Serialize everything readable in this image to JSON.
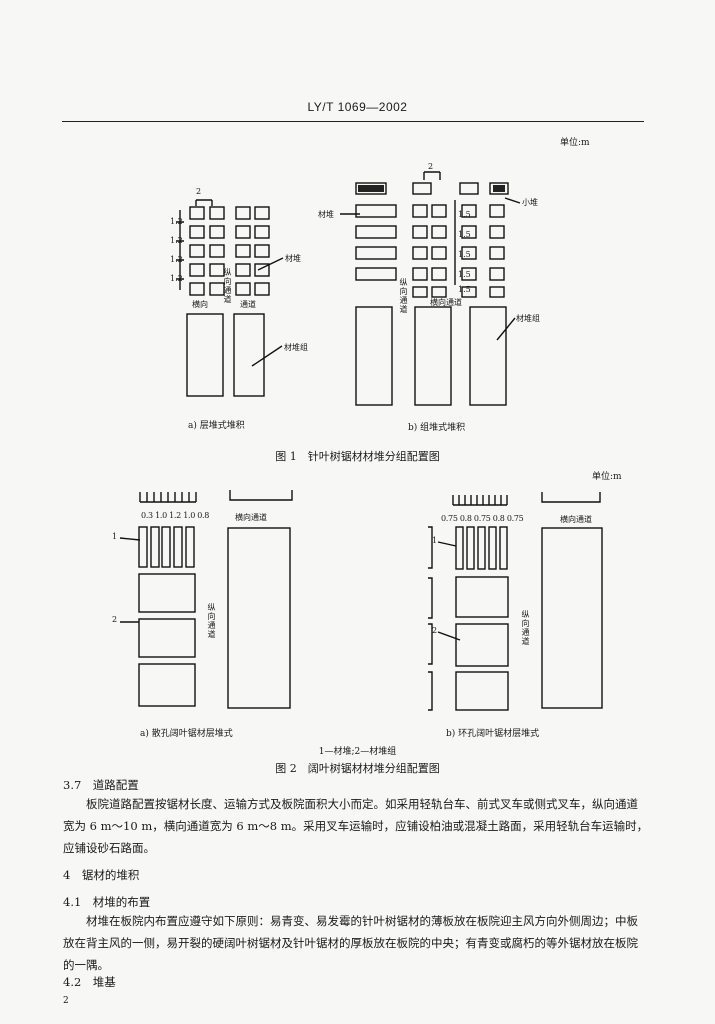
{
  "header": {
    "title": "LY/T 1069—2002"
  },
  "figure1": {
    "unit": "单位:m",
    "caption": "图 1　针叶树锯材材堆分组配置图",
    "a": {
      "caption": "a) 层堆式堆积",
      "lbl_top": "2",
      "lbl_side": [
        "1.2",
        "1.2",
        "1.2",
        "1.2"
      ],
      "lbl_stack": "材堆",
      "lbl_aisle_h": "横向",
      "lbl_aisle_h2": "通道",
      "lbl_aisle_v": "纵向通道",
      "lbl_group": "材堆组"
    },
    "b": {
      "caption": "b) 组堆式堆积",
      "lbl_top": "2",
      "lbl_left": "材堆",
      "lbl_right": "小堆",
      "lbl_aisle_v": "纵向通道",
      "lbl_aisle_h": "横向通道",
      "lbl_group": "材堆组",
      "lbl_side": [
        "1.5",
        "1.5",
        "1.5",
        "1.5",
        "1.5"
      ]
    }
  },
  "figure2": {
    "unit": "单位:m",
    "caption": "图 2　阔叶树锯材材堆分组配置图",
    "legend": "1—材堆;2—材堆组",
    "a": {
      "caption": "a) 散孔阔叶锯材层堆式",
      "spacing": "0.3 1.0 1.2 1.0 0.8",
      "aisle_h": "横向通道",
      "aisle_v": "纵向通道",
      "n1": "1",
      "n2": "2"
    },
    "b": {
      "caption": "b) 环孔阔叶锯材层堆式",
      "spacing": "0.75 0.8 0.75 0.8 0.75",
      "aisle_h": "横向通道",
      "aisle_v": "纵向通道",
      "n1": "1",
      "n2": "2"
    }
  },
  "sec37": {
    "heading": "3.7　道路配置",
    "para": "板院道路配置按锯材长度、运输方式及板院面积大小而定。如采用轻轨台车、前式叉车或侧式叉车，纵向通道宽为 6 m～10 m，横向通道宽为 6 m～8 m。采用叉车运输时，应铺设柏油或混凝土路面，采用轻轨台车运输时，应铺设砂石路面。"
  },
  "sec4": {
    "heading": "4　锯材的堆积"
  },
  "sec41": {
    "heading": "4.1　材堆的布置",
    "para": "材堆在板院内布置应遵守如下原则：易青变、易发霉的针叶树锯材的薄板放在板院迎主风方向外侧周边；中板放在背主风的一侧，易开裂的硬阔叶树锯材及针叶锯材的厚板放在板院的中央；有青变或腐朽的等外锯材放在板院的一隅。"
  },
  "sec42": {
    "heading": "4.2　堆基"
  },
  "page_number": "2"
}
